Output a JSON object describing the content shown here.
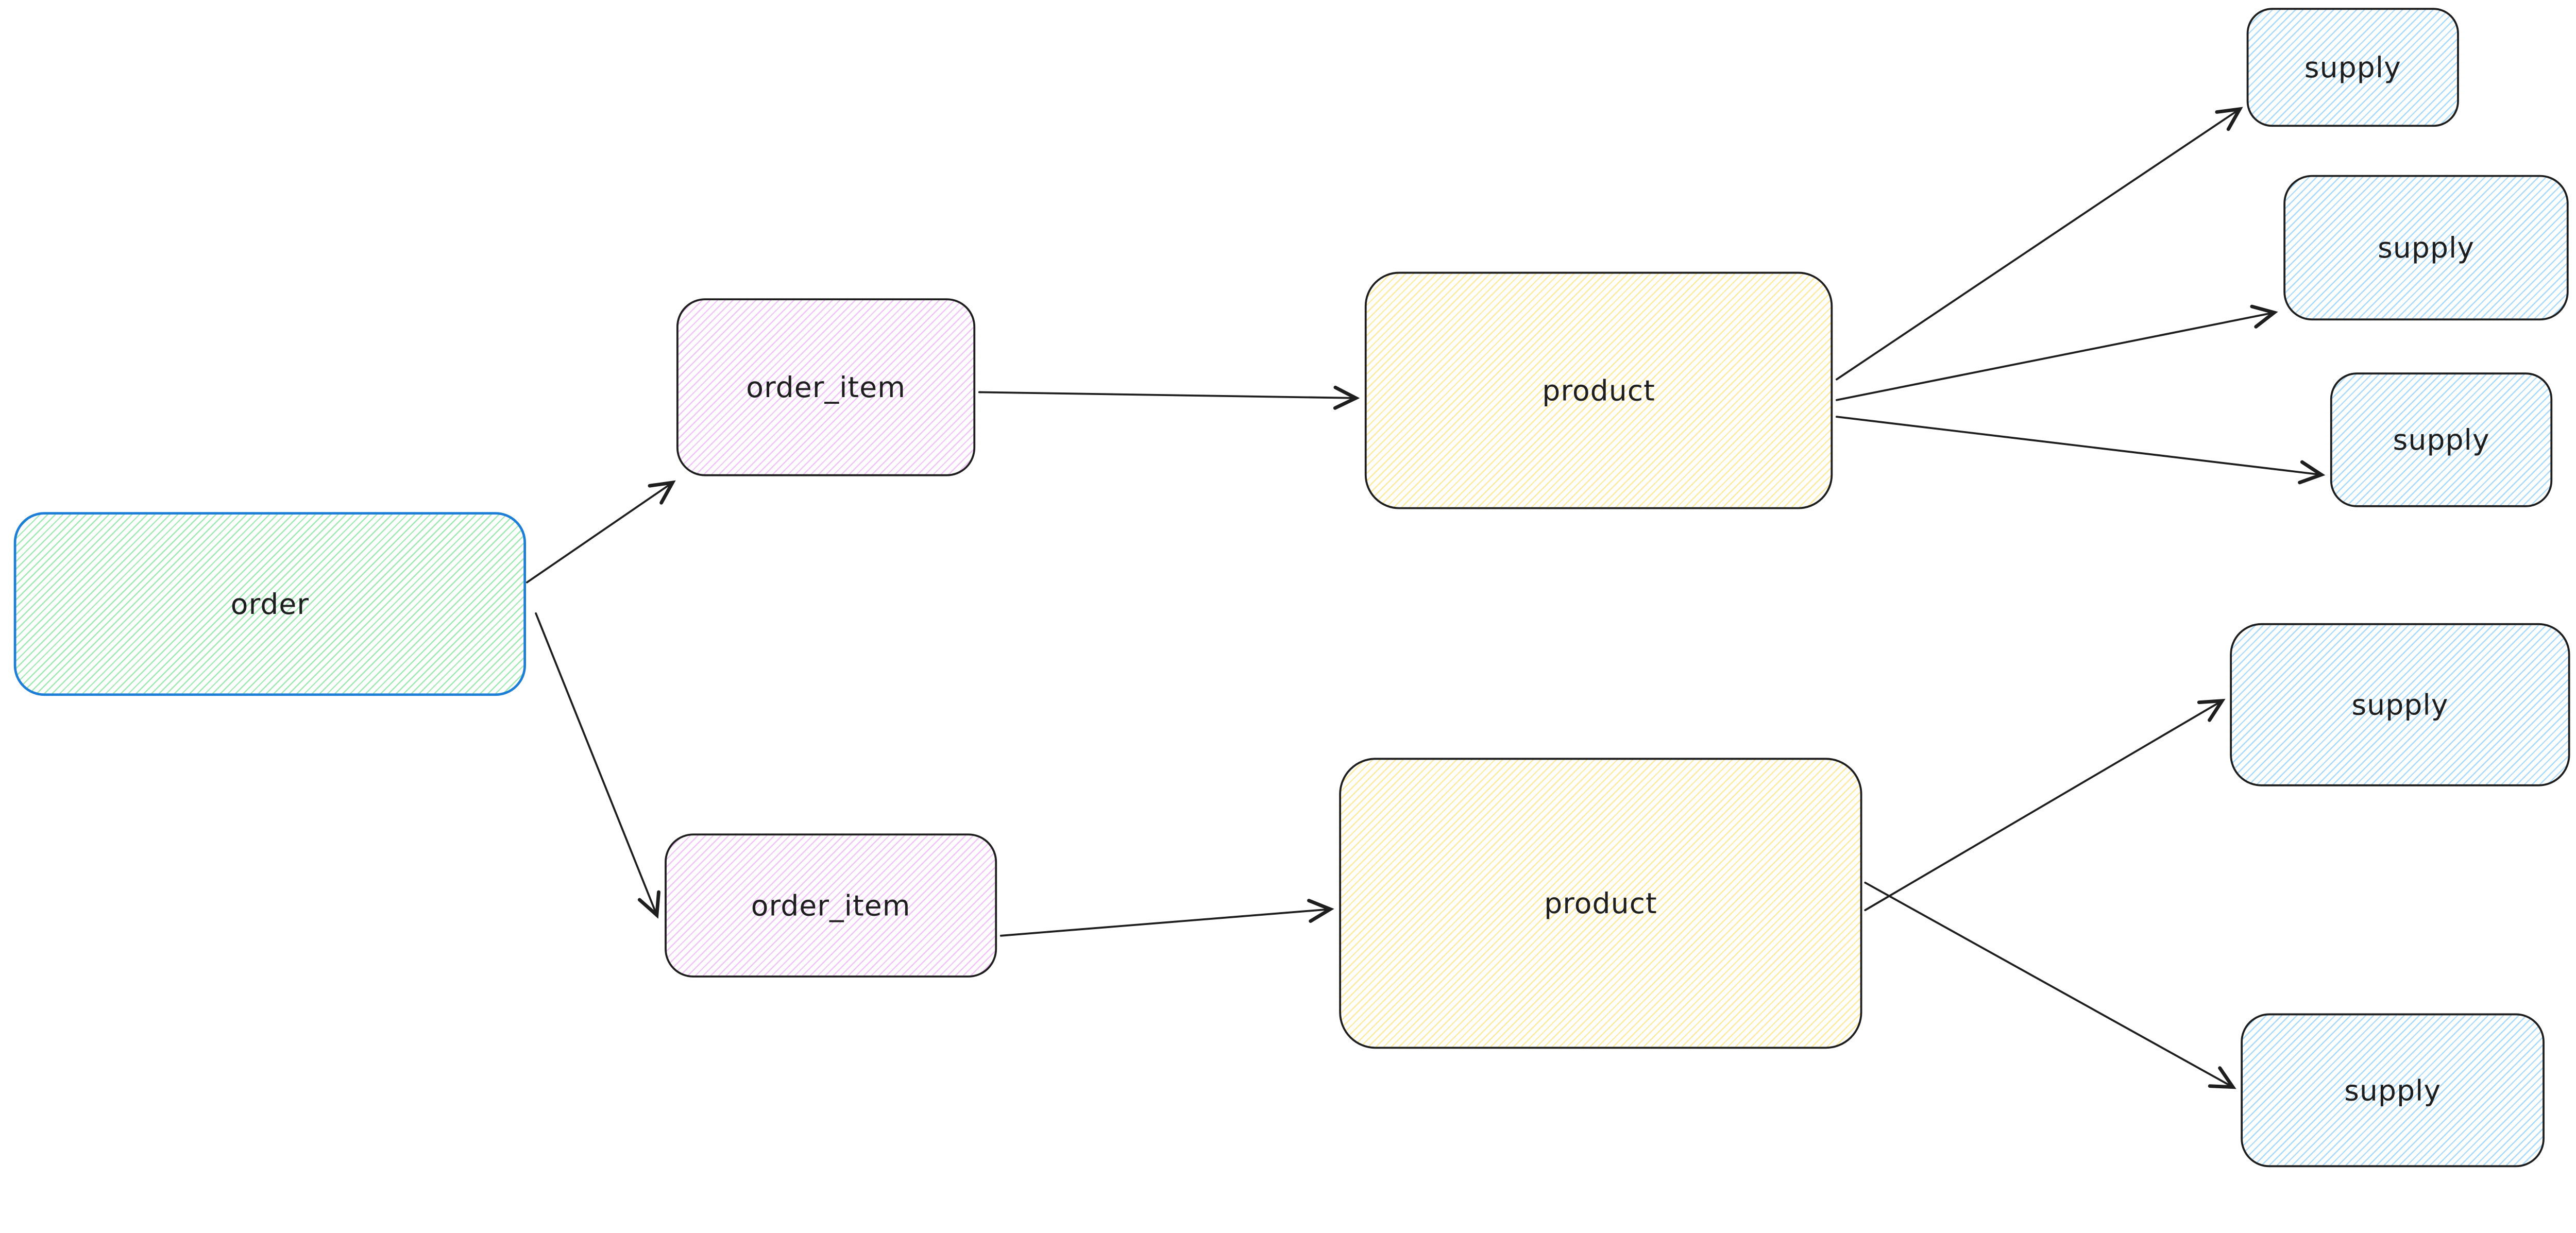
{
  "app": {
    "type": "whiteboard-diagram",
    "background": "#ffffff",
    "arrow_color": "#1e1e1e"
  },
  "diagram": {
    "nodes": [
      {
        "id": "order",
        "label": "order",
        "shape": "rounded-rectangle",
        "fill_style": "hachure",
        "fill": "#b2f2bb",
        "stroke": "#1c7ed6"
      },
      {
        "id": "order_item_1",
        "label": "order_item",
        "shape": "rounded-rectangle",
        "fill_style": "hachure",
        "fill": "#eebefa",
        "stroke": "#1e1e1e"
      },
      {
        "id": "product_1",
        "label": "product",
        "shape": "rounded-rectangle",
        "fill_style": "hachure",
        "fill": "#ffec99",
        "stroke": "#1e1e1e"
      },
      {
        "id": "supply_1",
        "label": "supply",
        "shape": "rounded-rectangle",
        "fill_style": "hachure",
        "fill": "#a5d8ff",
        "stroke": "#1e1e1e"
      },
      {
        "id": "supply_2",
        "label": "supply",
        "shape": "rounded-rectangle",
        "fill_style": "hachure",
        "fill": "#a5d8ff",
        "stroke": "#1e1e1e"
      },
      {
        "id": "supply_3",
        "label": "supply",
        "shape": "rounded-rectangle",
        "fill_style": "hachure",
        "fill": "#a5d8ff",
        "stroke": "#1e1e1e"
      },
      {
        "id": "order_item_2",
        "label": "order_item",
        "shape": "rounded-rectangle",
        "fill_style": "hachure",
        "fill": "#eebefa",
        "stroke": "#1e1e1e"
      },
      {
        "id": "product_2",
        "label": "product",
        "shape": "rounded-rectangle",
        "fill_style": "hachure",
        "fill": "#ffec99",
        "stroke": "#1e1e1e"
      },
      {
        "id": "supply_4",
        "label": "supply",
        "shape": "rounded-rectangle",
        "fill_style": "hachure",
        "fill": "#a5d8ff",
        "stroke": "#1e1e1e"
      },
      {
        "id": "supply_5",
        "label": "supply",
        "shape": "rounded-rectangle",
        "fill_style": "hachure",
        "fill": "#a5d8ff",
        "stroke": "#1e1e1e"
      }
    ],
    "edges": [
      {
        "from": "order",
        "to": "order_item_1"
      },
      {
        "from": "order",
        "to": "order_item_2"
      },
      {
        "from": "order_item_1",
        "to": "product_1"
      },
      {
        "from": "order_item_2",
        "to": "product_2"
      },
      {
        "from": "product_1",
        "to": "supply_1"
      },
      {
        "from": "product_1",
        "to": "supply_2"
      },
      {
        "from": "product_1",
        "to": "supply_3"
      },
      {
        "from": "product_2",
        "to": "supply_4"
      },
      {
        "from": "product_2",
        "to": "supply_5"
      }
    ]
  }
}
